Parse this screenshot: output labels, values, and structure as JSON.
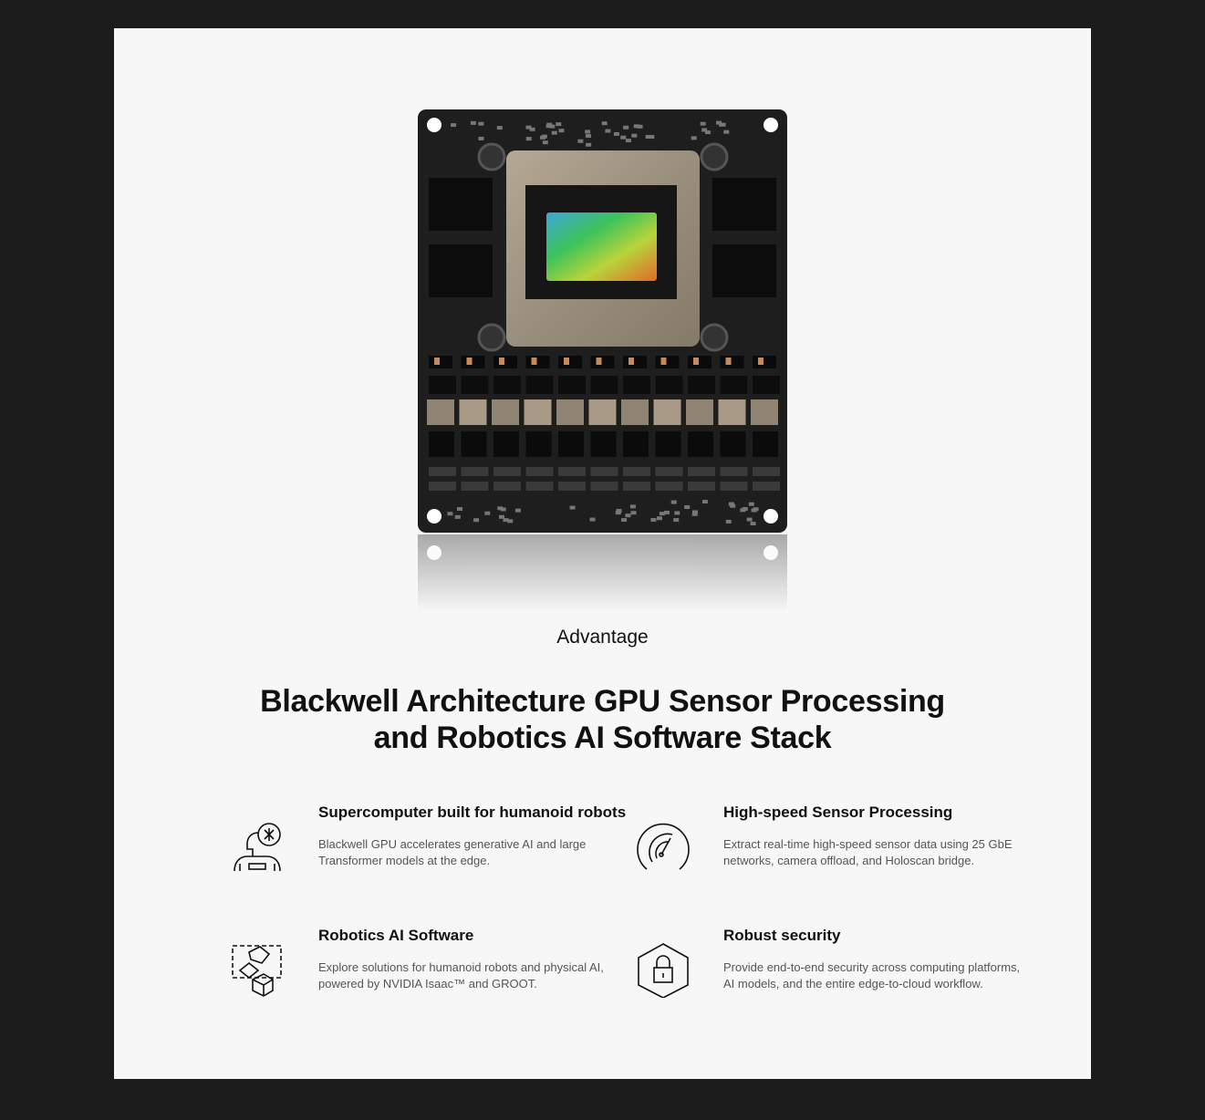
{
  "section_label": "Advantage",
  "headline": {
    "line1": "Blackwell Architecture GPU Sensor Processing",
    "line2": "and Robotics AI Software Stack"
  },
  "features": [
    {
      "icon": "humanoid-robot-icon",
      "title": "Supercomputer built for humanoid robots",
      "description": "Blackwell GPU accelerates generative AI and large Transformer models at the edge."
    },
    {
      "icon": "speedometer-radar-icon",
      "title": "High-speed Sensor Processing",
      "description": "Extract real-time high-speed sensor data using 25 GbE networks, camera offload, and Holoscan bridge."
    },
    {
      "icon": "robotics-software-icon",
      "title": "Robotics AI Software",
      "description": "Explore solutions for humanoid robots and physical AI, powered by NVIDIA Isaac™ and GROOT."
    },
    {
      "icon": "security-lock-icon",
      "title": "Robust security",
      "description": "Provide end-to-end security across computing platforms, AI models, and the entire edge-to-cloud workflow."
    }
  ],
  "colors": {
    "page_bg": "#1b1b1b",
    "panel_bg": "#f7f7f7",
    "text": "#111111",
    "muted": "#555555"
  }
}
